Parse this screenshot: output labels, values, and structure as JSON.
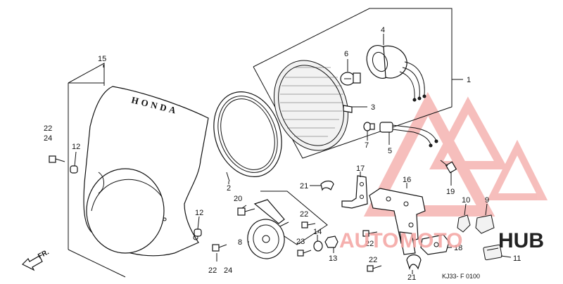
{
  "diagram": {
    "brand_text": "HONDA",
    "direction_text": "FR.",
    "figure_code": "KJ33- F 0100",
    "callouts": {
      "c1": "1",
      "c2": "2",
      "c3": "3",
      "c4": "4",
      "c5": "5",
      "c6": "6",
      "c7": "7",
      "c8": "8",
      "c9": "9",
      "c10": "10",
      "c11": "11",
      "c12a": "12",
      "c12b": "12",
      "c13": "13",
      "c14": "14",
      "c15": "15",
      "c16": "16",
      "c17": "17",
      "c18": "18",
      "c19": "19",
      "c20": "20",
      "c21a": "21",
      "c21b": "21",
      "c22a": "22",
      "c22b": "22",
      "c22c": "22",
      "c22d": "22",
      "c22e": "22",
      "c23": "23",
      "c24a": "24",
      "c24b": "24"
    }
  },
  "watermark": {
    "text_part1": "AUTO",
    "text_part2": "MOTO",
    "text_part3": "HUB",
    "color": "#e8322d",
    "color_faded": "#f4a3a0"
  }
}
